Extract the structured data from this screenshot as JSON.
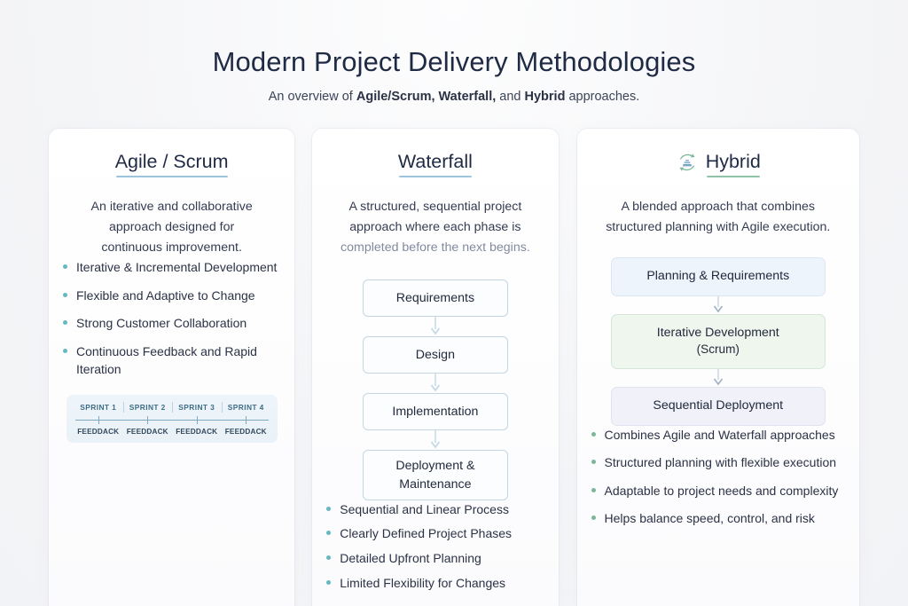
{
  "header": {
    "title": "Modern Project Delivery Methodologies",
    "subtitle_prefix": "An overview of ",
    "subtitle_b1": "Agile/Scrum,",
    "subtitle_mid1": " ",
    "subtitle_b2": "Waterfall,",
    "subtitle_mid2": " and ",
    "subtitle_b3": "Hybrid",
    "subtitle_suffix": " approaches."
  },
  "colors": {
    "page_background": "#f4f5f7",
    "title": "#1f2a45",
    "accent_blue": "#9cc4dd",
    "accent_green": "#8fc3a8",
    "bullet_teal": "#66b8bd",
    "bullet_green": "#7cb79b",
    "sprint_box_bg": "#e9f2f8",
    "sprint_text": "#3f6d86",
    "waterfall_box_border": "#c3d6e4",
    "hybrid_green_box": "#eef6ee",
    "hybrid_blue_box": "#eef4fb",
    "hybrid_lavender_box": "#f0f1f9"
  },
  "columns": {
    "agile": {
      "title": "Agile / Scrum",
      "description_line1": "An iterative and collaborative",
      "description_line2": "approach designed for",
      "description_line3": "continuous improvement.",
      "bullets": [
        "Iterative & Incremental Development",
        "Flexible and Adaptive to Change",
        "Strong Customer Collaboration",
        "Continuous Feedback and Rapid Iteration"
      ],
      "timeline": {
        "sprints": [
          "SPRINT 1",
          "SPRINT 2",
          "SPRINT 3",
          "SPRINT 4"
        ],
        "feedback": [
          "FEEDDACK",
          "FEEDDACK",
          "FEEDDACK",
          "FEEDDACK"
        ]
      }
    },
    "waterfall": {
      "title": "Waterfall",
      "description_line1": "A structured, sequential project",
      "description_line2": "approach where each phase is",
      "description_line3": "completed before the next begins.",
      "phases": [
        "Requirements",
        "Design",
        "Implementation",
        "Deployment & Maintenance"
      ],
      "bullets": [
        "Sequential and Linear Process",
        "Clearly Defined Project Phases",
        "Detailed Upfront Planning",
        "Limited Flexibility for Changes"
      ]
    },
    "hybrid": {
      "title": "Hybrid",
      "icon": "recycle-sync-icon",
      "description_line1": "A blended approach that combines",
      "description_line2": "structured planning with Agile execution.",
      "stages": [
        {
          "label": "Planning & Requirements",
          "sublabel": "",
          "tone": "blue"
        },
        {
          "label": "Iterative Development",
          "sublabel": "(Scrum)",
          "tone": "green"
        },
        {
          "label": "Sequential Deployment",
          "sublabel": "",
          "tone": "lav"
        }
      ],
      "bullets": [
        "Combines Agile and Waterfall approaches",
        "Structured planning with flexible execution",
        "Adaptable to project needs and complexity",
        "Helps balance speed, control, and risk"
      ]
    }
  }
}
